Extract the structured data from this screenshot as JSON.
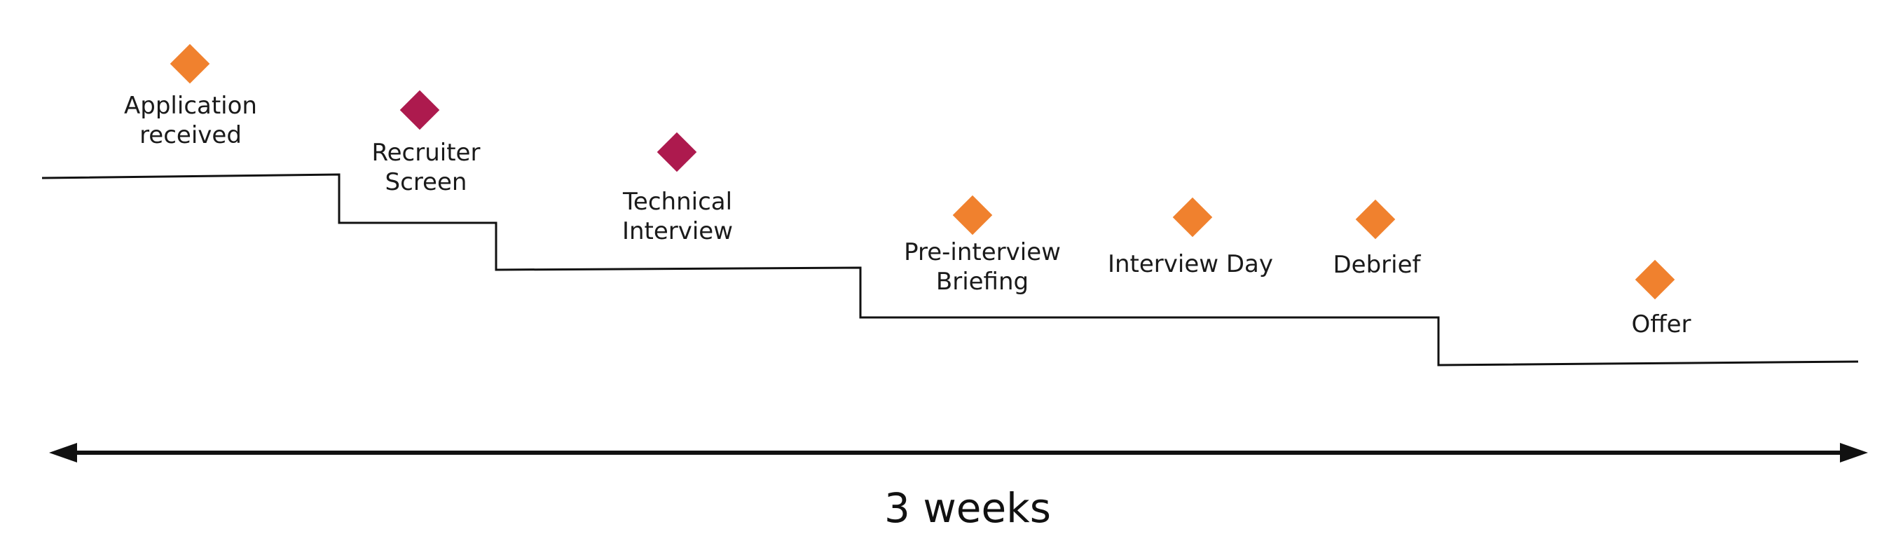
{
  "colors": {
    "orange": "#F0812E",
    "crimson": "#AD1A4E",
    "line": "#111111"
  },
  "milestones": [
    {
      "label": "Application\nreceived",
      "color": "orange"
    },
    {
      "label": "Recruiter\nScreen",
      "color": "crimson"
    },
    {
      "label": "Technical\nInterview",
      "color": "crimson"
    },
    {
      "label": "Pre-interview\nBriefing",
      "color": "orange"
    },
    {
      "label": "Interview Day",
      "color": "orange"
    },
    {
      "label": "Debrief",
      "color": "orange"
    },
    {
      "label": "Offer",
      "color": "orange"
    }
  ],
  "duration_label": "3 weeks"
}
